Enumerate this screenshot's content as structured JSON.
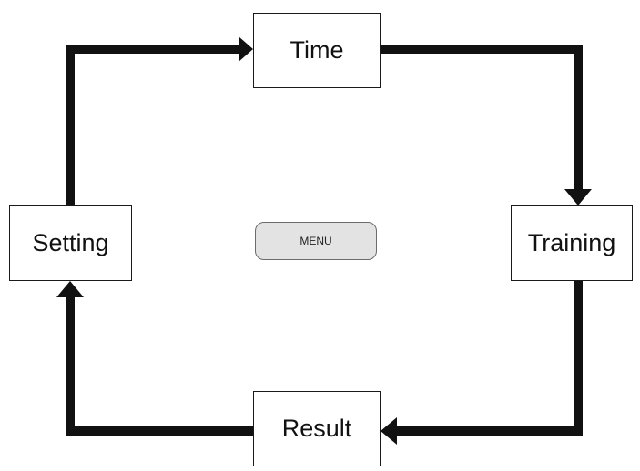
{
  "nodes": {
    "time": "Time",
    "training": "Training",
    "result": "Result",
    "setting": "Setting"
  },
  "menu": {
    "label": "MENU"
  },
  "colors": {
    "arrow": "#111111",
    "box_border": "#1a1a1a",
    "menu_fill": "#e3e3e3",
    "menu_border": "#6b6b6b",
    "background": "#ffffff"
  }
}
